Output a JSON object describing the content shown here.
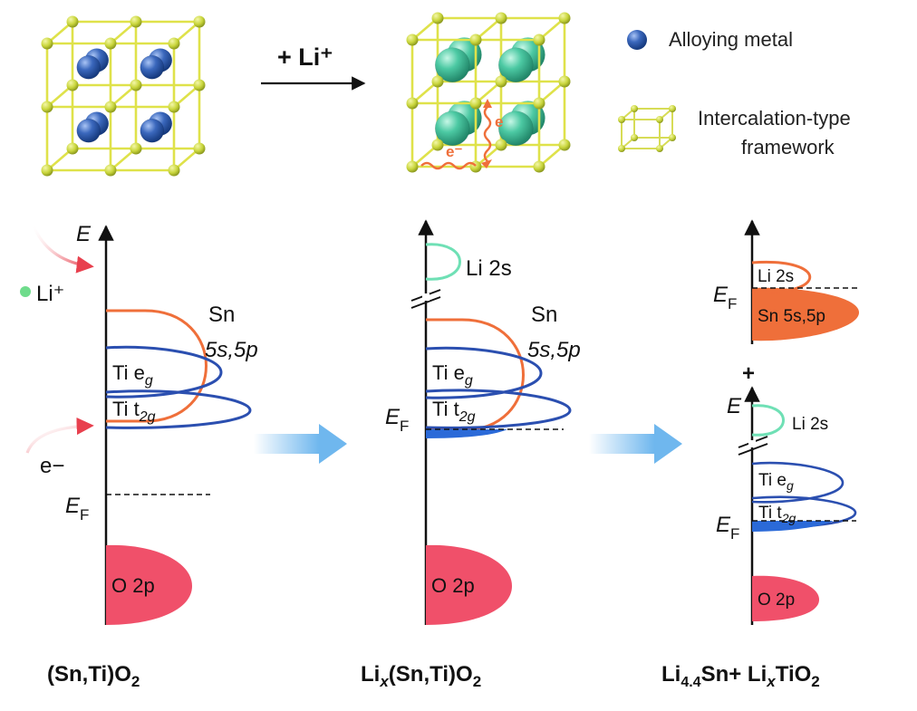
{
  "top": {
    "reaction_arrow_label": "+ Li⁺",
    "legend": {
      "alloying_metal": "Alloying metal",
      "framework_line1": "Intercalation-type",
      "framework_line2": "framework"
    },
    "electron_label": "e⁻",
    "electron_label_2": "e"
  },
  "panel1": {
    "axis_label": "E",
    "li_ion_label": "Li⁺",
    "electron_label": "e−",
    "fermi_E": "E",
    "fermi_sub": "F",
    "sn_line1": "Sn",
    "sn_line2": "5s,5p",
    "ti_eg": "Ti e",
    "ti_eg_sub": "g",
    "ti_t2g": "Ti t",
    "ti_t2g_sub": "2g",
    "o2p": "O 2p",
    "caption": "(Sn,Ti)O",
    "caption_sub": "2"
  },
  "panel2": {
    "li2s": "Li 2s",
    "fermi_E": "E",
    "fermi_sub": "F",
    "sn_line1": "Sn",
    "sn_line2": "5s,5p",
    "ti_eg": "Ti e",
    "ti_eg_sub": "g",
    "ti_t2g": "Ti t",
    "ti_t2g_sub": "2g",
    "o2p": "O 2p",
    "caption": "Li",
    "caption_sub_x": "x",
    "caption_rest": "(Sn,Ti)O",
    "caption_sub": "2"
  },
  "panel3": {
    "li2s_top": "Li 2s",
    "sn": "Sn 5s,5p",
    "fermi_E_top": "E",
    "fermi_sub_top": "F",
    "plus": "+",
    "axis_label": "E",
    "li2s": "Li 2s",
    "ti_eg": "Ti e",
    "ti_eg_sub": "g",
    "ti_t2g": "Ti t",
    "ti_t2g_sub": "2g",
    "fermi_E": "E",
    "fermi_sub": "F",
    "o2p": "O 2p",
    "caption_a": "Li",
    "caption_a_sub": "4.4",
    "caption_b": "Sn+ Li",
    "caption_b_sub": "x",
    "caption_c": "TiO",
    "caption_c_sub": "2"
  },
  "colors": {
    "framework": "#dfe24a",
    "framework_node": "#c8d63a",
    "alloy_atom": "#2e5aa8",
    "lithiated_atom": "#3fbf9b",
    "orange_band": "#ef6f3a",
    "blue_band": "#2b4fb0",
    "li2s_band": "#6fe0b5",
    "o2p_fill": "#f0506a",
    "arrow_blue": "#7cc0f2",
    "red_arrow": "#e8404e"
  }
}
